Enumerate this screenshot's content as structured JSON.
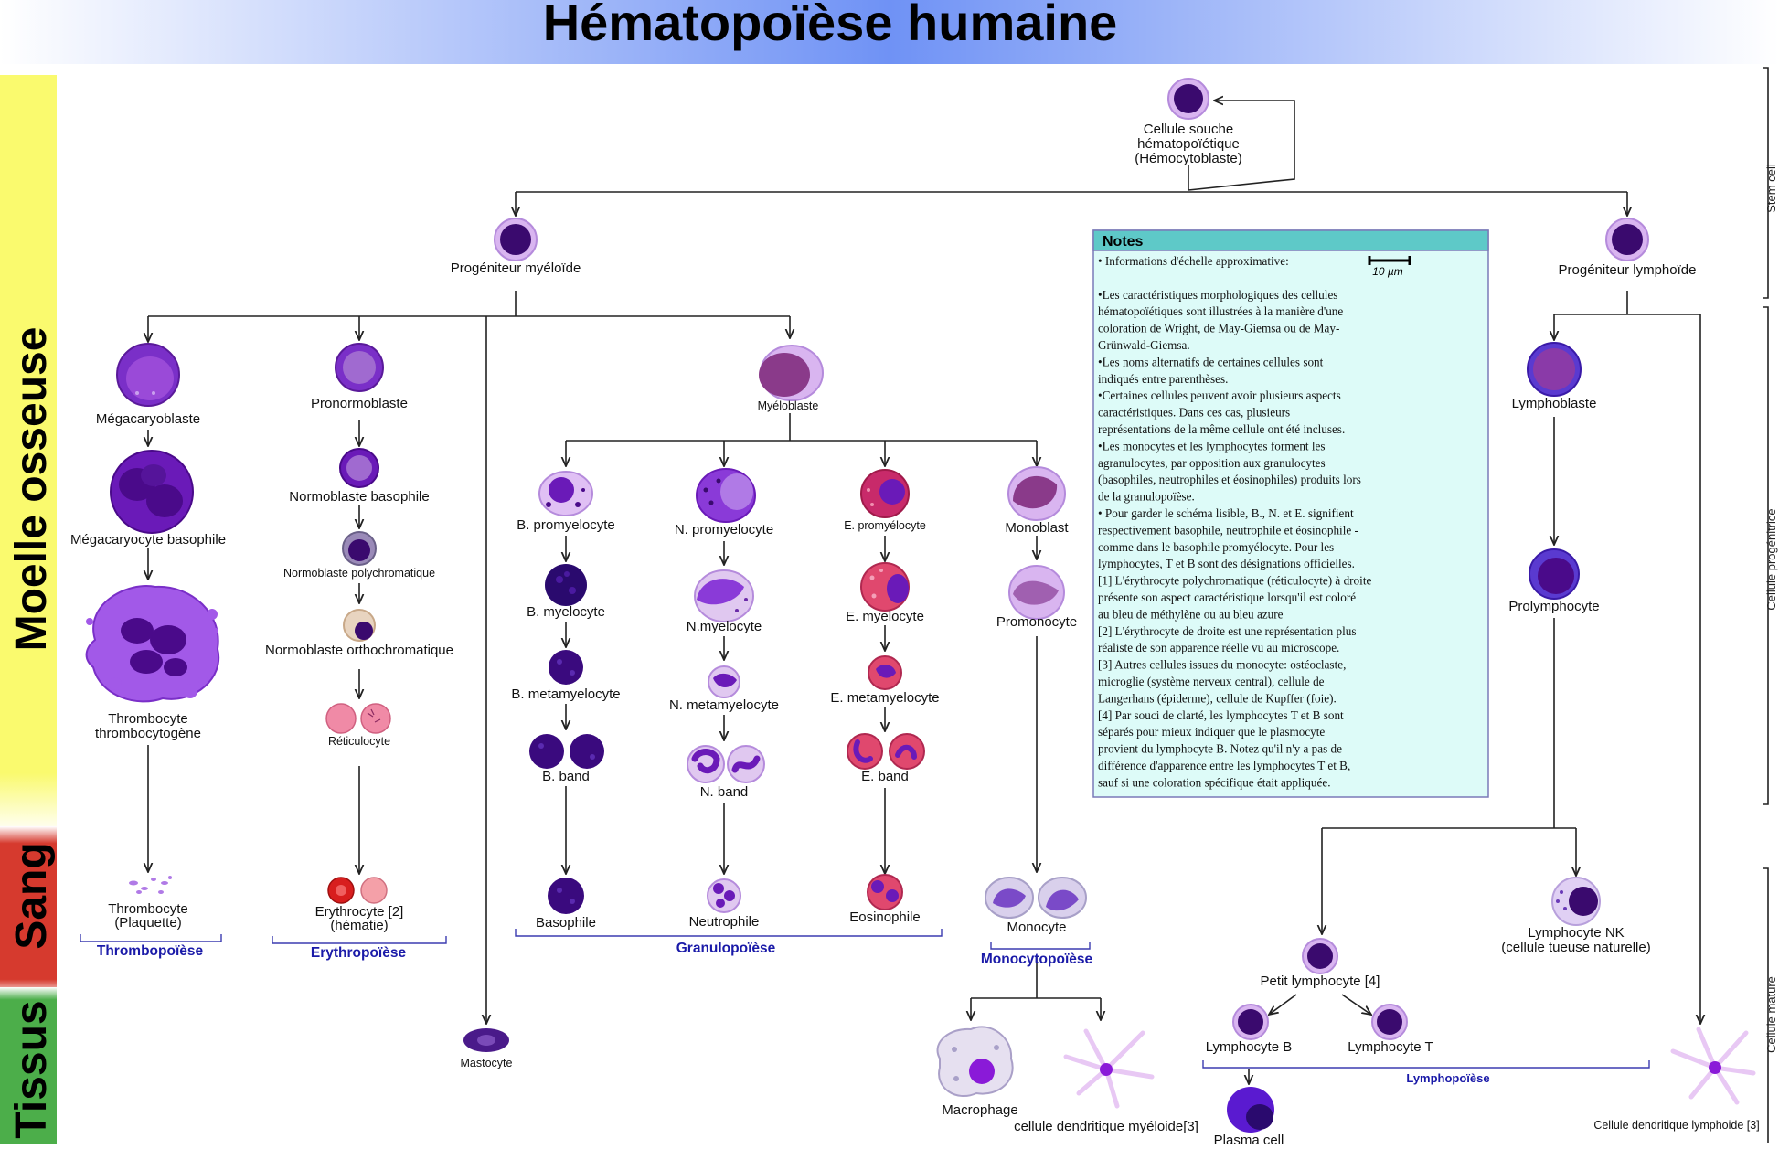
{
  "title": "Hématopoïèse humaine",
  "colors": {
    "header_left": "#ffffff",
    "header_mid": "#6f92f5",
    "header_right": "#ffffff",
    "marrow": "#fafa6e",
    "blood": "#d63a2e",
    "tissue": "#4cae4a",
    "cell_dark": "#3a0a6e",
    "cell_mid": "#8e3fd2",
    "cell_light": "#d9b5f0",
    "process_text": "#1a1aa8",
    "notes_bg": "#ddfbf8",
    "notes_header": "#5ec9c8"
  },
  "side_bands": {
    "marrow": "Moelle osseuse",
    "blood": "Sang",
    "tissue": "Tissus"
  },
  "stage_labels": {
    "stem": "Stem cell",
    "progenitor": "Cellule progénitrice",
    "mature": "Cellule mature"
  },
  "cells": {
    "hsc": [
      "Cellule souche",
      "hématopoïétique",
      "(Hémocytoblaste)"
    ],
    "myeloid_prog": "Progéniteur myéloïde",
    "lymphoid_prog": "Progéniteur lymphoïde",
    "megakaryoblast": "Mégacaryoblaste",
    "megakaryocyte_baso": "Mégacaryocyte basophile",
    "thrombocyte_prod": [
      "Thrombocyte",
      "thrombocytogène"
    ],
    "thrombocyte": [
      "Thrombocyte",
      "(Plaquette)"
    ],
    "pronormoblast": "Pronormoblaste",
    "normoblast_baso": "Normoblaste basophile",
    "normoblast_poly": "Normoblaste polychromatique",
    "normoblast_ortho": "Normoblaste orthochromatique",
    "reticulocyte": "Réticulocyte",
    "erythrocyte": [
      "Erythrocyte [2]",
      "(hématie)"
    ],
    "mastocyte": "Mastocyte",
    "myeloblast": "Myéloblaste",
    "b_promyelocyte": "B. promyelocyte",
    "b_myelocyte": "B. myelocyte",
    "b_metamyelocyte": "B. metamyelocyte",
    "b_band": "B. band",
    "basophil": "Basophile",
    "n_promyelocyte": "N. promyelocyte",
    "n_myelocyte": "N.myelocyte",
    "n_metamyelocyte": "N. metamyelocyte",
    "n_band": "N. band",
    "neutrophil": "Neutrophile",
    "e_promyelocyte": "E. promyélocyte",
    "e_myelocyte": "E. myelocyte",
    "e_metamyelocyte": "E. metamyelocyte",
    "e_band": "E. band",
    "eosinophil": "Eosinophile",
    "monoblast": "Monoblast",
    "promonocyte": "Promonocyte",
    "monocyte": "Monocyte",
    "macrophage": "Macrophage",
    "dendritic_myeloid": "cellule dendritique myéloide[3]",
    "lymphoblast": "Lymphoblaste",
    "prolymphocyte": "Prolymphocyte",
    "nk": [
      "Lymphocyte NK",
      "(cellule tueuse naturelle)"
    ],
    "small_lymphocyte": "Petit lymphocyte [4]",
    "b_lymphocyte": "Lymphocyte B",
    "t_lymphocyte": "Lymphocyte T",
    "plasma_cell": "Plasma cell",
    "dendritic_lymphoid": "Cellule dendritique lymphoide [3]"
  },
  "processes": {
    "thrombopoiesis": "Thrombopoïèse",
    "erythropoiesis": "Erythropoïèse",
    "granulopoiesis": "Granulopoïèse",
    "monocytopoiesis": "Monocytopoïèse",
    "lymphopoiesis": "Lymphopoïèse"
  },
  "notes": {
    "title": "Notes",
    "scale_label": "10 µm",
    "lines": [
      "• Informations d'échelle approximative:",
      "",
      "•Les caractéristiques morphologiques des cellules",
      "hématopoïétiques sont illustrées à la manière d'une",
      "coloration de Wright, de May-Giemsa ou de May-",
      "Grünwald-Giemsa.",
      "•Les noms alternatifs de certaines cellules sont",
      "indiqués entre parenthèses.",
      "•Certaines cellules peuvent avoir plusieurs aspects",
      "caractéristiques. Dans ces cas, plusieurs",
      "représentations de la même cellule ont été incluses.",
      "•Les monocytes et les lymphocytes forment les",
      "agranulocytes, par opposition aux granulocytes",
      "(basophiles, neutrophiles et éosinophiles) produits lors",
      "de la granulopoïèse.",
      "• Pour garder le schéma lisible, B., N. et E. signifient",
      "respectivement basophile, neutrophile et éosinophile -",
      "comme dans le basophile promyélocyte. Pour les",
      "lymphocytes, T et B sont des désignations officielles.",
      "[1] L'érythrocyte polychromatique (réticulocyte) à droite",
      "présente son aspect caractéristique lorsqu'il est coloré",
      "au bleu de méthylène ou au bleu azure",
      "[2] L'érythrocyte de droite est une représentation plus",
      "réaliste de son apparence réelle vu au microscope.",
      "[3] Autres cellules issues du monocyte: ostéoclaste,",
      "microglie (système nerveux central), cellule de",
      "Langerhans (épiderme), cellule de Kupffer (foie).",
      "[4] Par souci de clarté, les lymphocytes T et B sont",
      "séparés pour mieux indiquer que le plasmocyte",
      "provient du lymphocyte B. Notez qu'il n'y a pas de",
      "différence d'apparence entre les lymphocytes T et B,",
      "sauf si une coloration spécifique était appliquée."
    ]
  }
}
